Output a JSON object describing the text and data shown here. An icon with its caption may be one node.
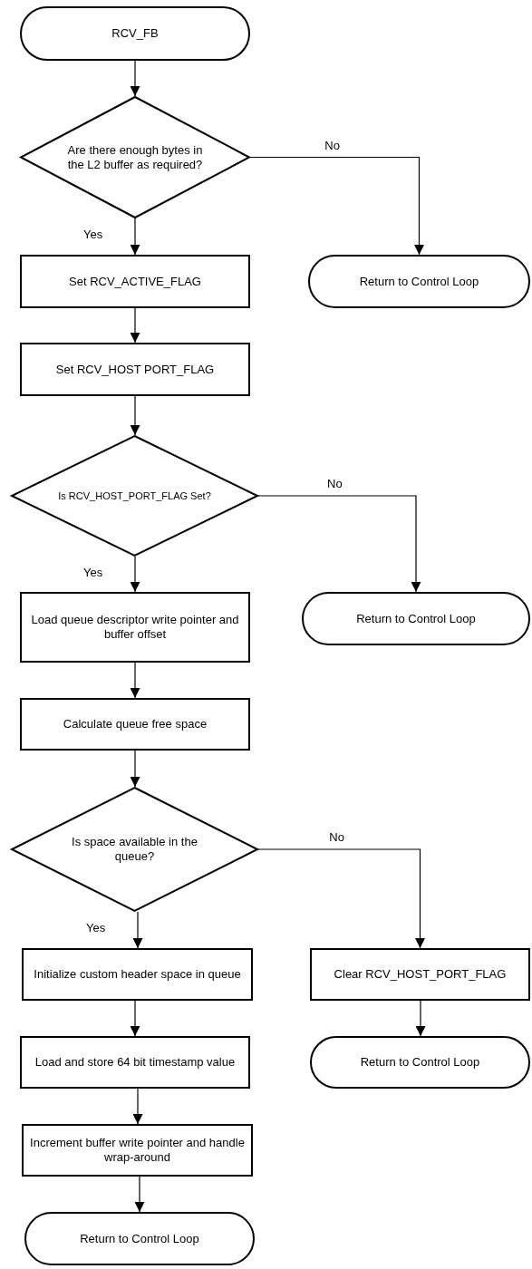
{
  "diagram": {
    "nodes": [
      {
        "text": [
          "RCV_FB"
        ]
      },
      {
        "text": [
          "Are there enough bytes in the L2 buffer as required?"
        ]
      },
      {
        "text": [
          "Set RCV_ACTIVE_FLAG"
        ]
      },
      {
        "text": [
          "Return to Control Loop"
        ]
      },
      {
        "text": [
          "Set RCV_HOST PORT_FLAG"
        ]
      },
      {
        "text": [
          "Is RCV_HOST_PORT_FLAG Set?"
        ]
      },
      {
        "text": [
          "Return to Control Loop"
        ]
      },
      {
        "text": [
          "Load queue descriptor write pointer and buffer offset"
        ]
      },
      {
        "text": [
          "Calculate queue free space"
        ]
      },
      {
        "text": [
          "Is space available in the queue?"
        ]
      },
      {
        "text": [
          "Initialize custom header space in queue"
        ]
      },
      {
        "text": [
          "Clear RCV_HOST_PORT_FLAG"
        ]
      },
      {
        "text": [
          "Load and store 64 bit timestamp value"
        ]
      },
      {
        "text": [
          "Return to Control Loop"
        ]
      },
      {
        "text": [
          "Increment buffer write pointer and handle wrap-around"
        ]
      },
      {
        "text": [
          "Return to Control Loop"
        ]
      }
    ],
    "edges": [
      {
        "from": 0,
        "to": 1,
        "arrow": "to"
      },
      {
        "from": 1,
        "to": 2,
        "arrow": "to",
        "label": "Yes"
      },
      {
        "from": 1,
        "to": 3,
        "arrow": "to",
        "label": "No"
      },
      {
        "from": 2,
        "to": 4,
        "arrow": "to"
      },
      {
        "from": 4,
        "to": 5,
        "arrow": "to"
      },
      {
        "from": 5,
        "to": 7,
        "arrow": "to",
        "label": "Yes"
      },
      {
        "from": 5,
        "to": 6,
        "arrow": "to",
        "label": "No"
      },
      {
        "from": 7,
        "to": 8,
        "arrow": "to"
      },
      {
        "from": 8,
        "to": 9,
        "arrow": "to"
      },
      {
        "from": 9,
        "to": 10,
        "arrow": "to",
        "label": "Yes"
      },
      {
        "from": 9,
        "to": 11,
        "arrow": "to",
        "label": "No"
      },
      {
        "from": 10,
        "to": 12,
        "arrow": "to"
      },
      {
        "from": 12,
        "to": 14,
        "arrow": "to"
      },
      {
        "from": 14,
        "to": 15,
        "arrow": "to"
      },
      {
        "from": 11,
        "to": 13,
        "arrow": "to"
      }
    ]
  }
}
